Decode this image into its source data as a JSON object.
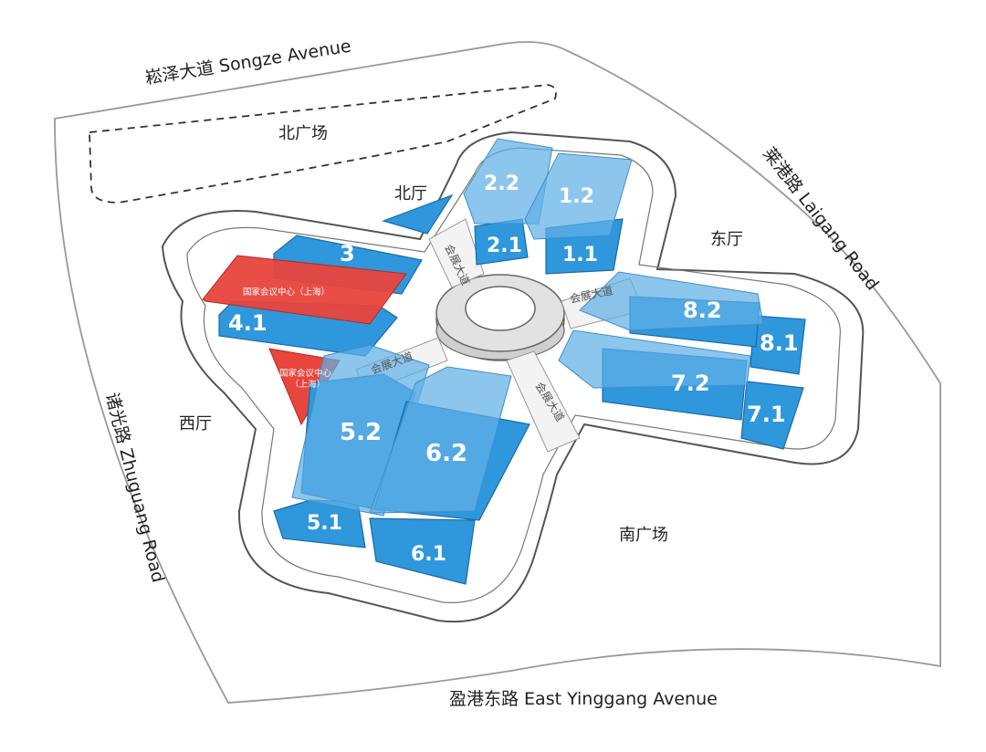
{
  "roads": {
    "north": "崧泽大道 Songze Avenue",
    "east": "莱港路 Laigang Road",
    "west": "诸光路 Zhuguang Road",
    "south": "盈港东路 East Yinggang Avenue"
  },
  "areas": {
    "north_plaza": "北广场",
    "south_plaza": "南广场",
    "north_hall": "北厅",
    "east_hall": "东厅",
    "west_hall": "西厅"
  },
  "avenue_label": "会展大道",
  "halls": {
    "h2_2": "2.2",
    "h1_2": "1.2",
    "h2_1": "2.1",
    "h1_1": "1.1",
    "h3": "3",
    "h4_1": "4.1",
    "h8_2": "8.2",
    "h8_1": "8.1",
    "h7_2": "7.2",
    "h7_1": "7.1",
    "h5_2": "5.2",
    "h6_2": "6.2",
    "h5_1": "5.1",
    "h6_1": "6.1"
  },
  "ncc_large": "国家会议中心（上海）",
  "ncc_small_line1": "国家会议中心",
  "ncc_small_line2": "（上海）",
  "colors": {
    "hall_blue": "#2f97dc",
    "hall_upper_blue": "#5fb0e6",
    "ncc_red": "#e8453c"
  }
}
